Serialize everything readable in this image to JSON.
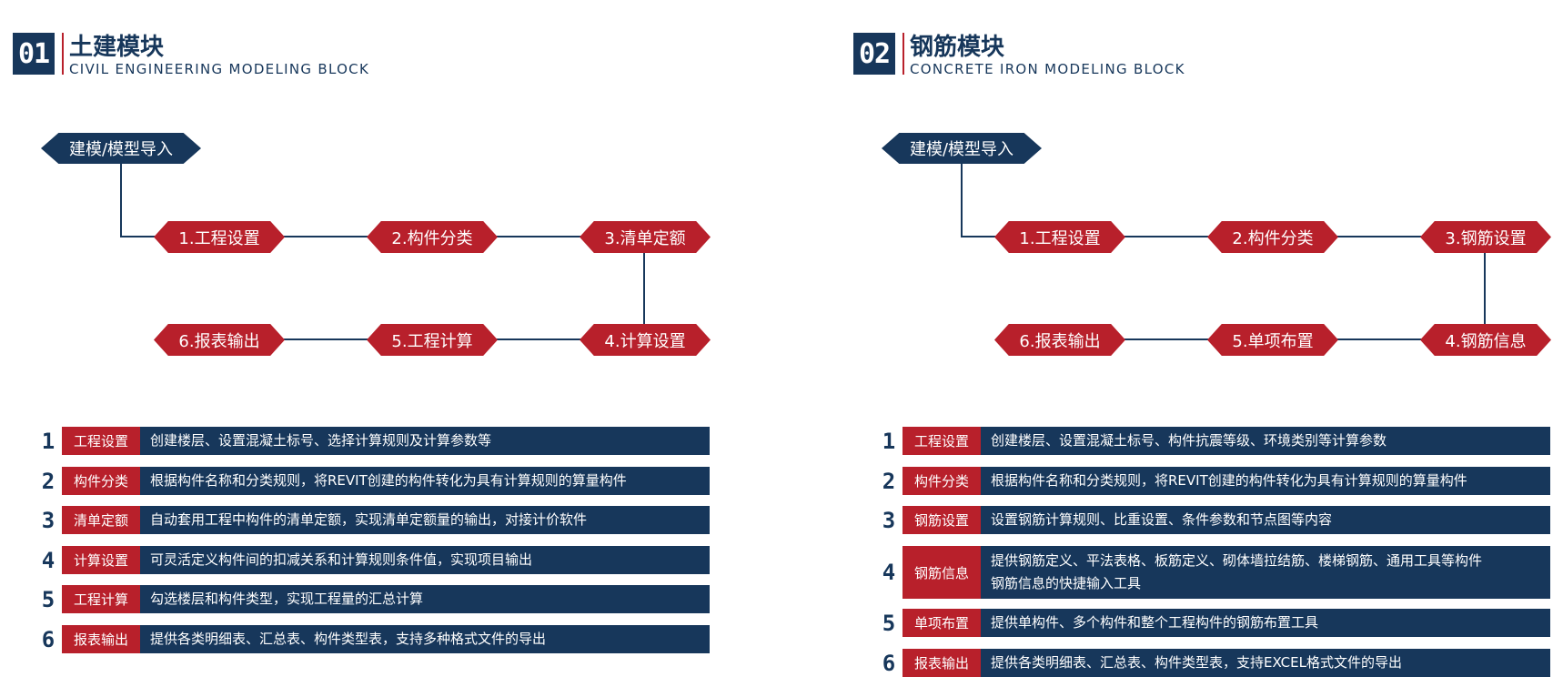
{
  "left": {
    "number": "01",
    "title": "土建模块",
    "subtitle": "CIVIL ENGINEERING MODELING BLOCK",
    "flow": {
      "start": "建模/模型导入",
      "steps": [
        "1.工程设置",
        "2.构件分类",
        "3.清单定额",
        "4.计算设置",
        "5.工程计算",
        "6.报表输出"
      ]
    },
    "rows": [
      {
        "num": "1",
        "tag": "工程设置",
        "desc": "创建楼层、设置混凝土标号、选择计算规则及计算参数等"
      },
      {
        "num": "2",
        "tag": "构件分类",
        "desc": "根据构件名称和分类规则，将REVIT创建的构件转化为具有计算规则的算量构件"
      },
      {
        "num": "3",
        "tag": "清单定额",
        "desc": "自动套用工程中构件的清单定额，实现清单定额量的输出，对接计价软件"
      },
      {
        "num": "4",
        "tag": "计算设置",
        "desc": "可灵活定义构件间的扣减关系和计算规则条件值，实现项目输出"
      },
      {
        "num": "5",
        "tag": "工程计算",
        "desc": "勾选楼层和构件类型，实现工程量的汇总计算"
      },
      {
        "num": "6",
        "tag": "报表输出",
        "desc": "提供各类明细表、汇总表、构件类型表，支持多种格式文件的导出"
      }
    ]
  },
  "right": {
    "number": "02",
    "title": "钢筋模块",
    "subtitle": "CONCRETE IRON MODELING BLOCK",
    "flow": {
      "start": "建模/模型导入",
      "steps": [
        "1.工程设置",
        "2.构件分类",
        "3.钢筋设置",
        "4.钢筋信息",
        "5.单项布置",
        "6.报表输出"
      ]
    },
    "rows": [
      {
        "num": "1",
        "tag": "工程设置",
        "desc": "创建楼层、设置混凝土标号、构件抗震等级、环境类别等计算参数"
      },
      {
        "num": "2",
        "tag": "构件分类",
        "desc": "根据构件名称和分类规则，将REVIT创建的构件转化为具有计算规则的算量构件"
      },
      {
        "num": "3",
        "tag": "钢筋设置",
        "desc": "设置钢筋计算规则、比重设置、条件参数和节点图等内容"
      },
      {
        "num": "4",
        "tag": "钢筋信息",
        "desc": "提供钢筋定义、平法表格、板筋定义、砌体墙拉结筋、楼梯钢筋、通用工具等构件\n钢筋信息的快捷输入工具"
      },
      {
        "num": "5",
        "tag": "单项布置",
        "desc": "提供单构件、多个构件和整个工程构件的钢筋布置工具"
      },
      {
        "num": "6",
        "tag": "报表输出",
        "desc": "提供各类明细表、汇总表、构件类型表，支持EXCEL格式文件的导出"
      }
    ]
  },
  "colors": {
    "navy": "#17375b",
    "red": "#b8202b"
  }
}
